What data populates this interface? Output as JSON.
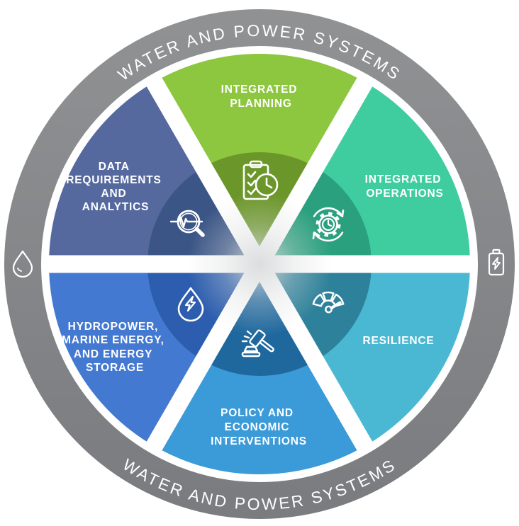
{
  "diagram": {
    "ring": {
      "label_top": "WATER AND POWER SYSTEMS",
      "label_bottom": "WATER AND POWER SYSTEMS",
      "color_top": "#8f9193",
      "color_bottom": "#7a7c7f",
      "text_color": "#ffffff",
      "left_icon": "water-drop-icon",
      "right_icon": "battery-bolt-icon"
    },
    "divider_color": "#ffffff",
    "center_color": "#d8dadb",
    "icon_color": "#ffffff",
    "label_color": "#ffffff",
    "segments": [
      {
        "name": "Integrated Planning",
        "lines": [
          "INTEGRATED",
          "PLANNING"
        ],
        "color": "#8dc63f",
        "inner_color": "#6b9629",
        "icon": "clipboard-checklist-clock-icon"
      },
      {
        "name": "Integrated Operations",
        "lines": [
          "INTEGRATED",
          "OPERATIONS"
        ],
        "color": "#3fcda0",
        "inner_color": "#2aa07e",
        "icon": "gear-clock-sync-icon"
      },
      {
        "name": "Resilience",
        "lines": [
          "RESILIENCE"
        ],
        "color": "#4bb8d3",
        "inner_color": "#2e819a",
        "icon": "gauge-icon"
      },
      {
        "name": "Policy and Economic Interventions",
        "lines": [
          "POLICY AND",
          "ECONOMIC",
          "INTERVENTIONS"
        ],
        "color": "#3b9ad8",
        "inner_color": "#1f689e",
        "icon": "gavel-icon"
      },
      {
        "name": "Hydropower, Marine Energy, and Energy Storage",
        "lines": [
          "HYDROPOWER,",
          "MARINE ENERGY,",
          "AND ENERGY",
          "STORAGE"
        ],
        "color": "#4479d1",
        "inner_color": "#2c5dae",
        "icon": "water-drop-bolt-icon"
      },
      {
        "name": "Data Requirements and Analytics",
        "lines": [
          "DATA",
          "REQUIREMENTS",
          "AND",
          "ANALYTICS"
        ],
        "color": "#55699f",
        "inner_color": "#3a5586",
        "icon": "magnifier-pulse-icon"
      }
    ]
  }
}
